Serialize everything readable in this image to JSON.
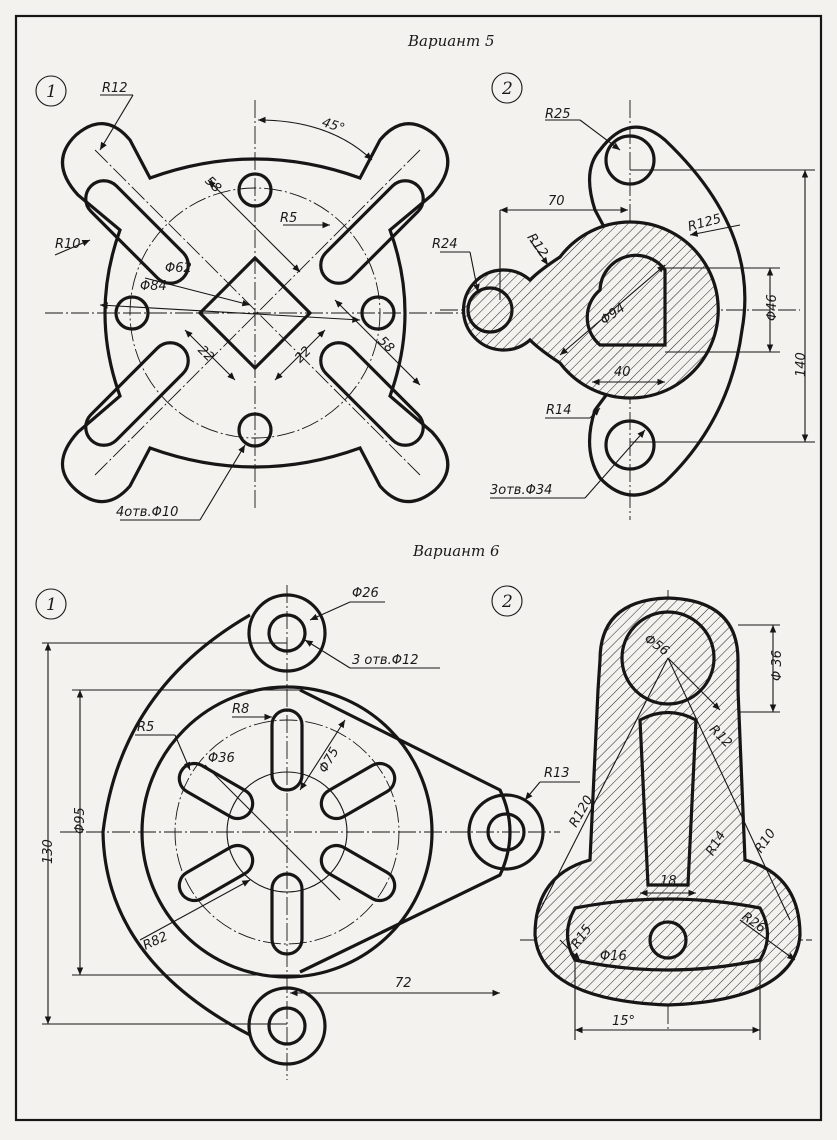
{
  "variant5": {
    "title": "Вариант 5",
    "fig1": {
      "number": "1",
      "labels": {
        "r12": "R12",
        "angle45": "45°",
        "d58a": "58",
        "r10": "R10",
        "r5": "R5",
        "d62": "Φ62",
        "d84": "Φ84",
        "d22a": "22",
        "d22b": "22",
        "d58b": "58",
        "holes": "4отв.Φ10"
      }
    },
    "fig2": {
      "number": "2",
      "labels": {
        "r25": "R25",
        "d70": "70",
        "r24": "R24",
        "r12": "R12",
        "r125": "R125",
        "d94": "Φ94",
        "d46": "Φ46",
        "d40": "40",
        "d140": "140",
        "r14": "R14",
        "holes": "3отв.Φ34"
      }
    }
  },
  "variant6": {
    "title": "Вариант 6",
    "fig1": {
      "number": "1",
      "labels": {
        "d26": "Φ26",
        "holes": "3 отв.Φ12",
        "r8": "R8",
        "r5": "R5",
        "d36": "Φ36",
        "d75": "Φ75",
        "d95": "Φ95",
        "d130": "130",
        "r13": "R13",
        "r82": "R82",
        "d72": "72"
      }
    },
    "fig2": {
      "number": "2",
      "labels": {
        "d56": "Φ56",
        "d36": "Φ 36",
        "r12": "R12",
        "r120": "R120",
        "r14": "R14",
        "r10": "R10",
        "d18": "18",
        "r15": "R15",
        "d16": "Φ16",
        "r26": "R26",
        "angle15": "15°"
      }
    }
  }
}
